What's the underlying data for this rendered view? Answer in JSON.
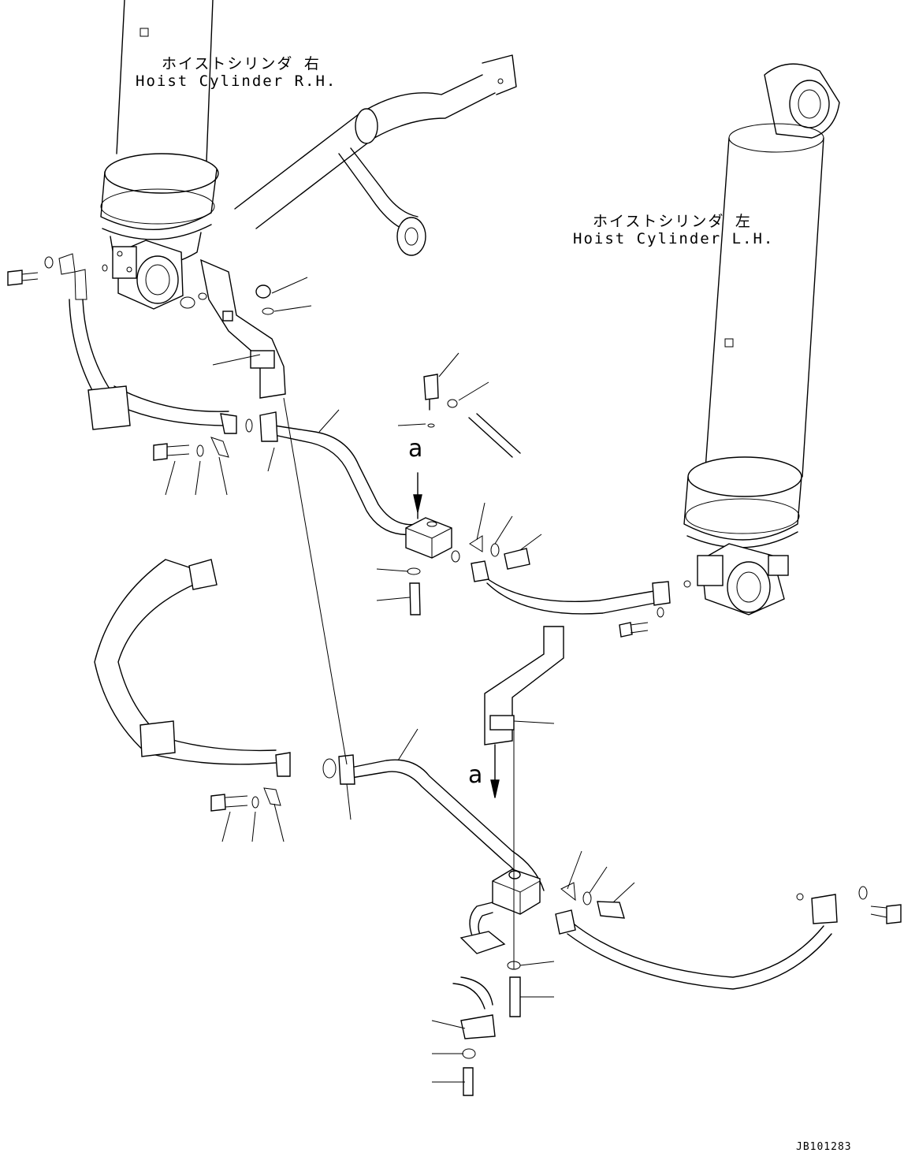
{
  "labels": {
    "right_cylinder_jp": "ホイストシリンダ 右",
    "right_cylinder_en": "Hoist Cylinder R.H.",
    "left_cylinder_jp": "ホイストシリンダ 左",
    "left_cylinder_en": "Hoist Cylinder L.H.",
    "view_a_top": "a",
    "view_a_bottom": "a",
    "drawing_code": "JB101283"
  }
}
